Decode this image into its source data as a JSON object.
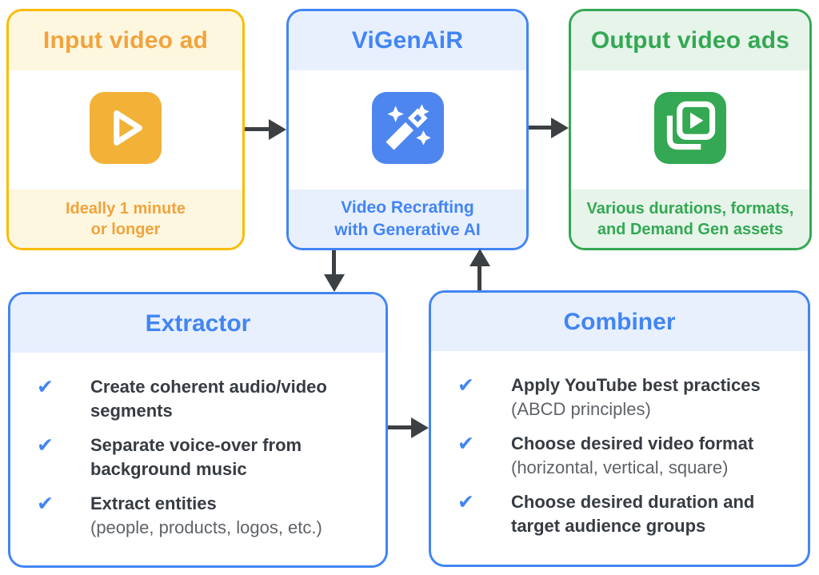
{
  "top_row": {
    "input": {
      "title": "Input video ad",
      "caption": "Ideally 1 minute\nor longer",
      "icon": "play-icon"
    },
    "vigenair": {
      "title": "ViGenAiR",
      "caption": "Video Recrafting\nwith Generative AI",
      "icon": "magic-wand-icon"
    },
    "output": {
      "title": "Output video ads",
      "caption": "Various durations, formats,\nand Demand Gen assets",
      "icon": "video-library-icon"
    }
  },
  "bottom_row": {
    "check_glyph": "✔",
    "extractor": {
      "title": "Extractor",
      "items": [
        {
          "text": "Create coherent audio/video segments",
          "note": ""
        },
        {
          "text": "Separate voice-over from background music",
          "note": ""
        },
        {
          "text": "Extract entities",
          "note": "(people, products, logos, etc.)"
        }
      ]
    },
    "combiner": {
      "title": "Combiner",
      "items": [
        {
          "text": "Apply YouTube best practices",
          "note": "(ABCD principles)"
        },
        {
          "text": "Choose desired video format",
          "note": "(horizontal, vertical, square)"
        },
        {
          "text": "Choose desired duration and target audience groups",
          "note": ""
        }
      ]
    }
  },
  "colors": {
    "yellow_border": "#FBBC04",
    "yellow_tint_bg": "#FEF7E0",
    "orange_text": "#F2A33C",
    "amber_icon": "#F2B237",
    "blue_border": "#4285F4",
    "blue_tint_bg": "#E8F0FE",
    "blue_text": "#4285F4",
    "blue_icon": "#4D86EE",
    "green_border": "#34A853",
    "green_tint_bg": "#E6F4EA",
    "green_text": "#34A853",
    "green_icon": "#34A853",
    "arrow": "#3C4043",
    "item_text": "#373C42",
    "note_text": "#5F6368"
  }
}
